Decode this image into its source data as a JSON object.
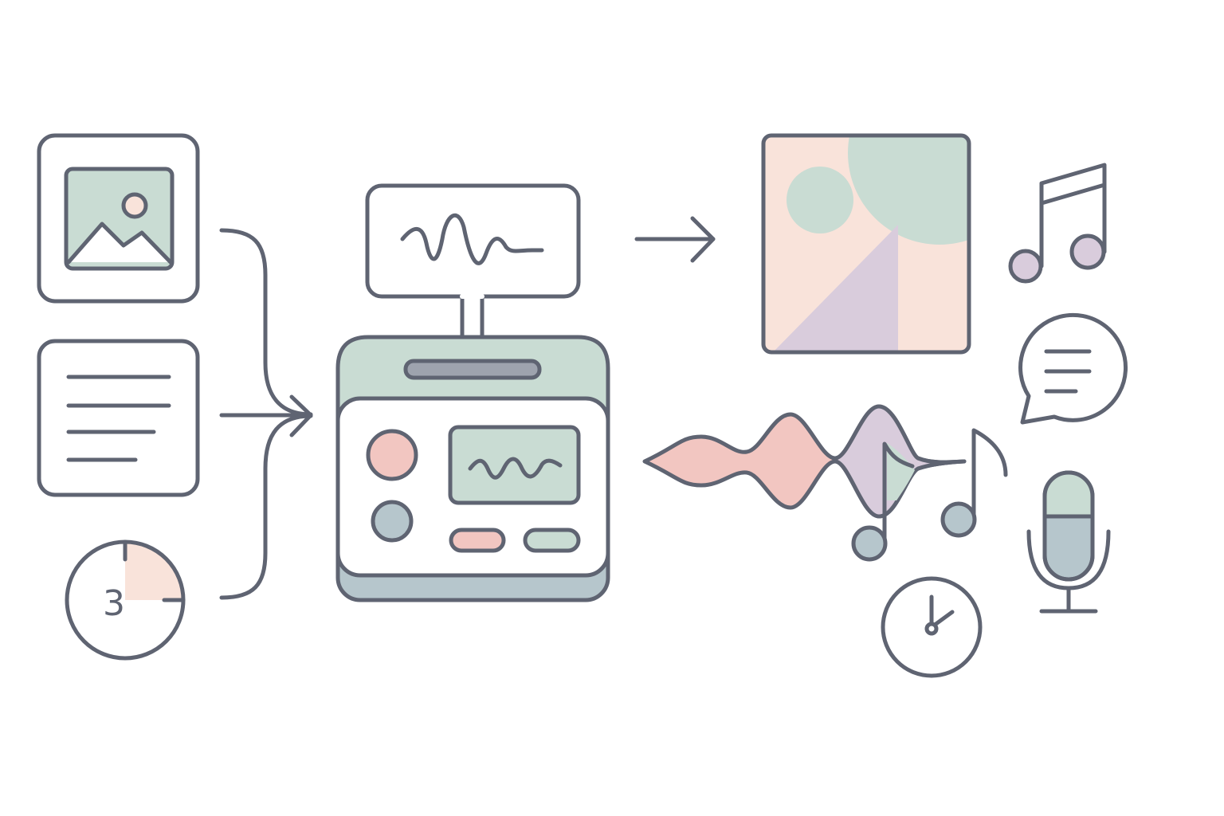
{
  "palette": {
    "stroke": "#5f6472",
    "sage": "#c9dcd3",
    "peach": "#f9e3da",
    "pink": "#f2c6c1",
    "lavender": "#d9ccdc",
    "slate": "#b6c6cc",
    "card": "#ffffff"
  },
  "inputs": {
    "image_card": {
      "icon": "image-icon"
    },
    "text_card": {
      "icon": "document-lines-icon",
      "line_count": 4
    },
    "timer": {
      "icon": "countdown-timer-icon",
      "digit": "3",
      "progress_fraction": 0.25
    }
  },
  "processor": {
    "signal_display": {
      "icon": "waveform-icon"
    },
    "device": {
      "icon": "synthesizer-device-icon"
    }
  },
  "outputs": {
    "artwork": {
      "icon": "abstract-artwork-icon"
    },
    "music_note_double": {
      "icon": "beamed-notes-icon"
    },
    "speech_bubble": {
      "icon": "speech-bubble-icon"
    },
    "sound_wave": {
      "icon": "sound-wave-icon"
    },
    "music_note_single": {
      "icon": "eighth-note-icon"
    },
    "microphone": {
      "icon": "microphone-icon"
    },
    "clock": {
      "icon": "clock-icon"
    }
  }
}
